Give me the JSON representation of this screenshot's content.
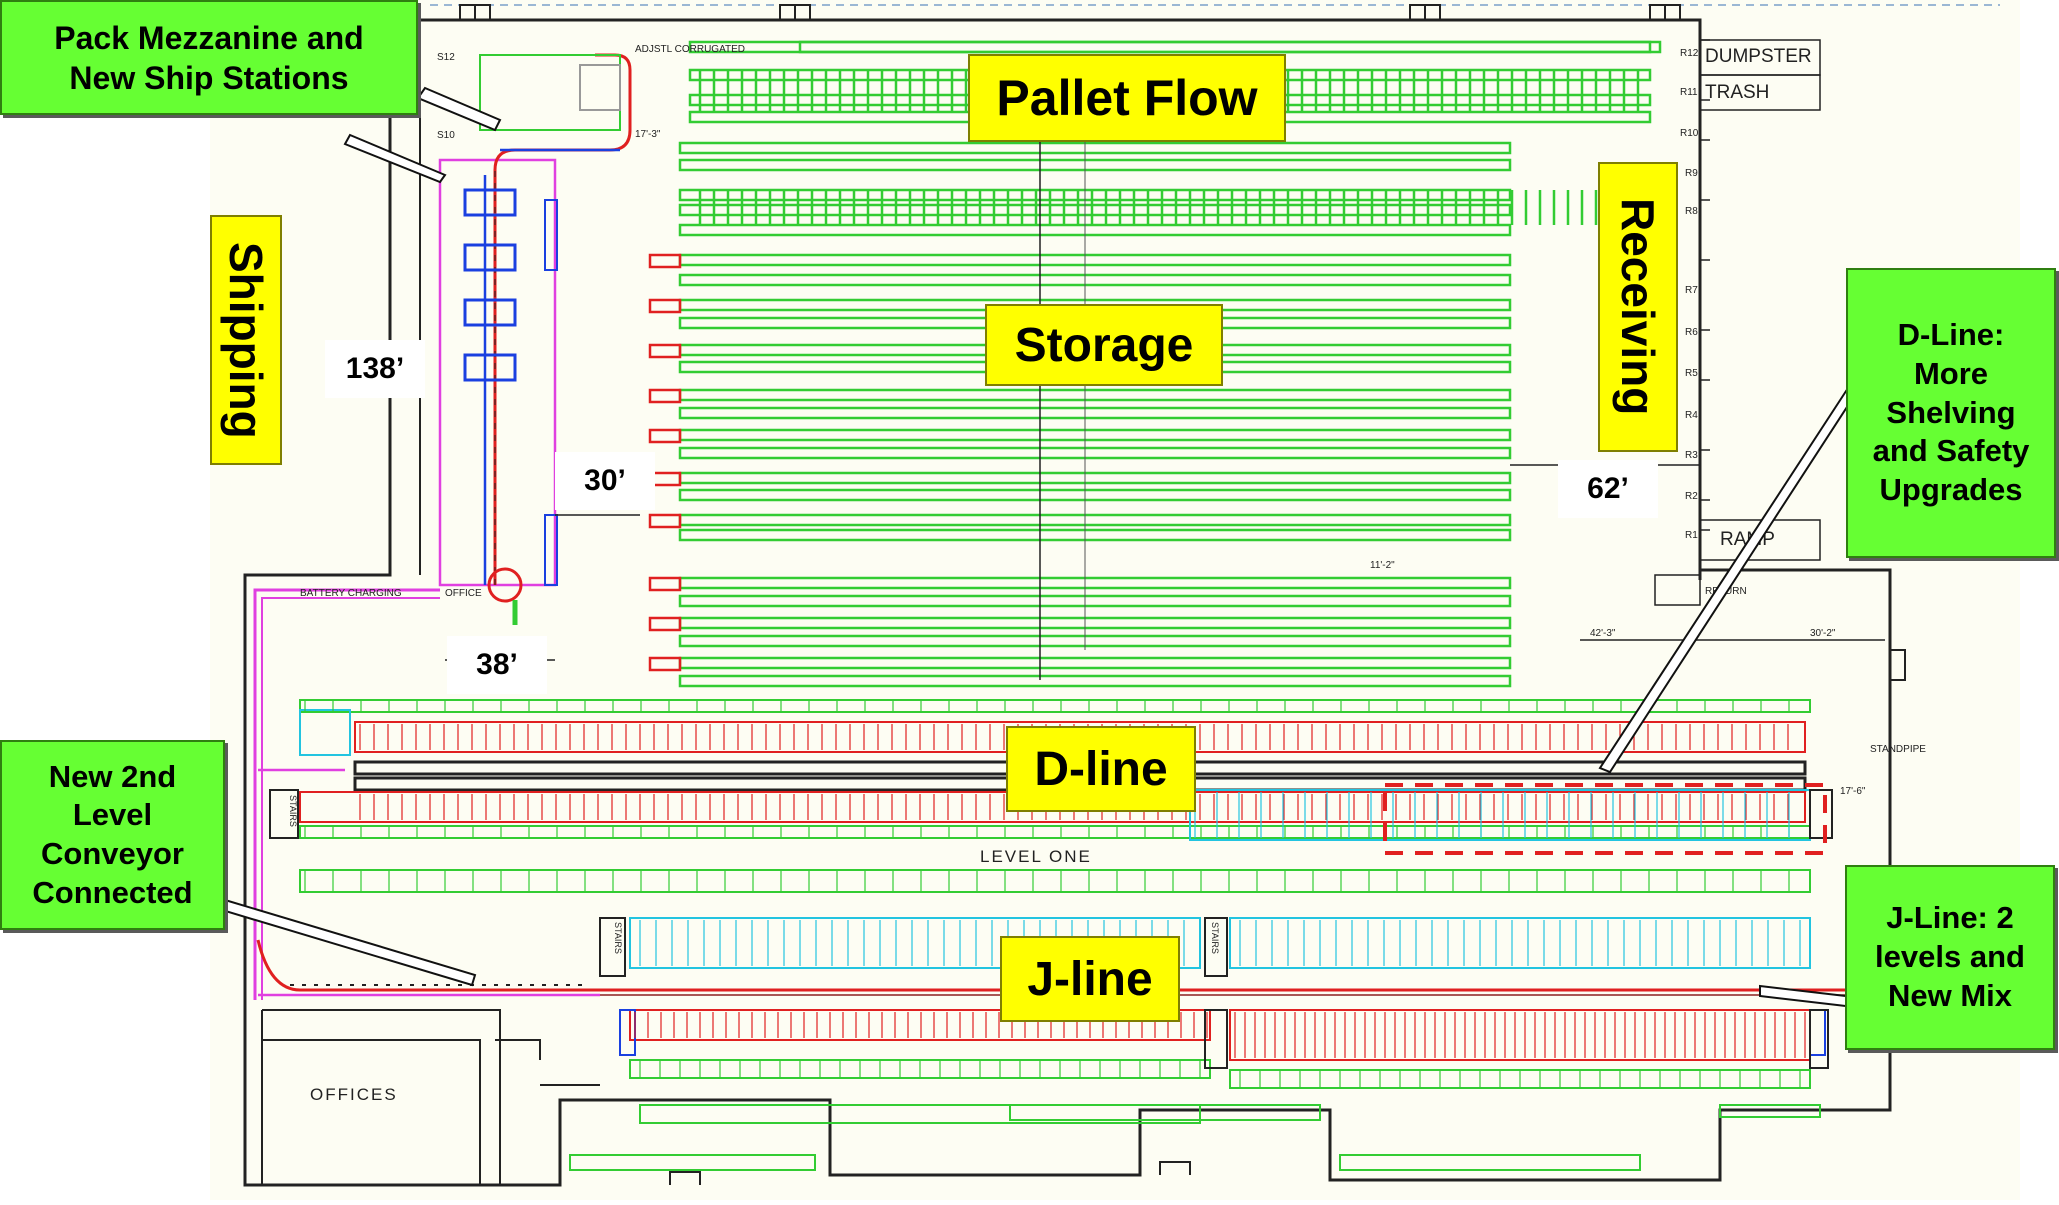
{
  "callouts": {
    "pack_mezzanine": "Pack Mezzanine and New Ship Stations",
    "d_line_upgrade": "D-Line: More Shelving and Safety Upgrades",
    "conveyor": "New 2nd Level Conveyor Connected",
    "j_line_upgrade": "J-Line: 2 levels and New Mix"
  },
  "zones": {
    "pallet_flow": "Pallet Flow",
    "storage": "Storage",
    "shipping": "Shipping",
    "receiving": "Receiving",
    "d_line": "D-line",
    "j_line": "J-line"
  },
  "dimensions": {
    "d138": "138’",
    "d30": "30’",
    "d62": "62’",
    "d38": "38’"
  },
  "plan_text": {
    "dumpster": "DUMPSTER",
    "trash": "TRASH",
    "ramp": "RAMP",
    "level_one": "LEVEL ONE",
    "offices": "OFFICES",
    "battery_charging": "BATTERY CHARGING",
    "office": "OFFICE",
    "return": "RETURN",
    "standpipe": "STANDPIPE",
    "stairs": "STAIRS",
    "adjstl_corrugated": "ADJSTL CORRUGATED",
    "r12": "R12",
    "r11": "R11",
    "r10": "R10",
    "r9": "R9",
    "r8": "R8",
    "r7": "R7",
    "r6": "R6",
    "r5": "R5",
    "r4": "R4",
    "r3": "R3",
    "r2": "R2",
    "r1": "R1",
    "s12": "S12",
    "s10": "S10",
    "dim_17_3": "17'-3\"",
    "dim_11_2": "11'-2\"",
    "dim_42_3": "42'-3\"",
    "dim_30_2": "30'-2\"",
    "dim_17_6": "17'-6\""
  },
  "colors": {
    "yellow": "#ffff00",
    "green": "#66ff33",
    "rack": "#33cc33",
    "red": "#e02020",
    "cyan": "#22c4e0",
    "magenta": "#e040e0"
  }
}
